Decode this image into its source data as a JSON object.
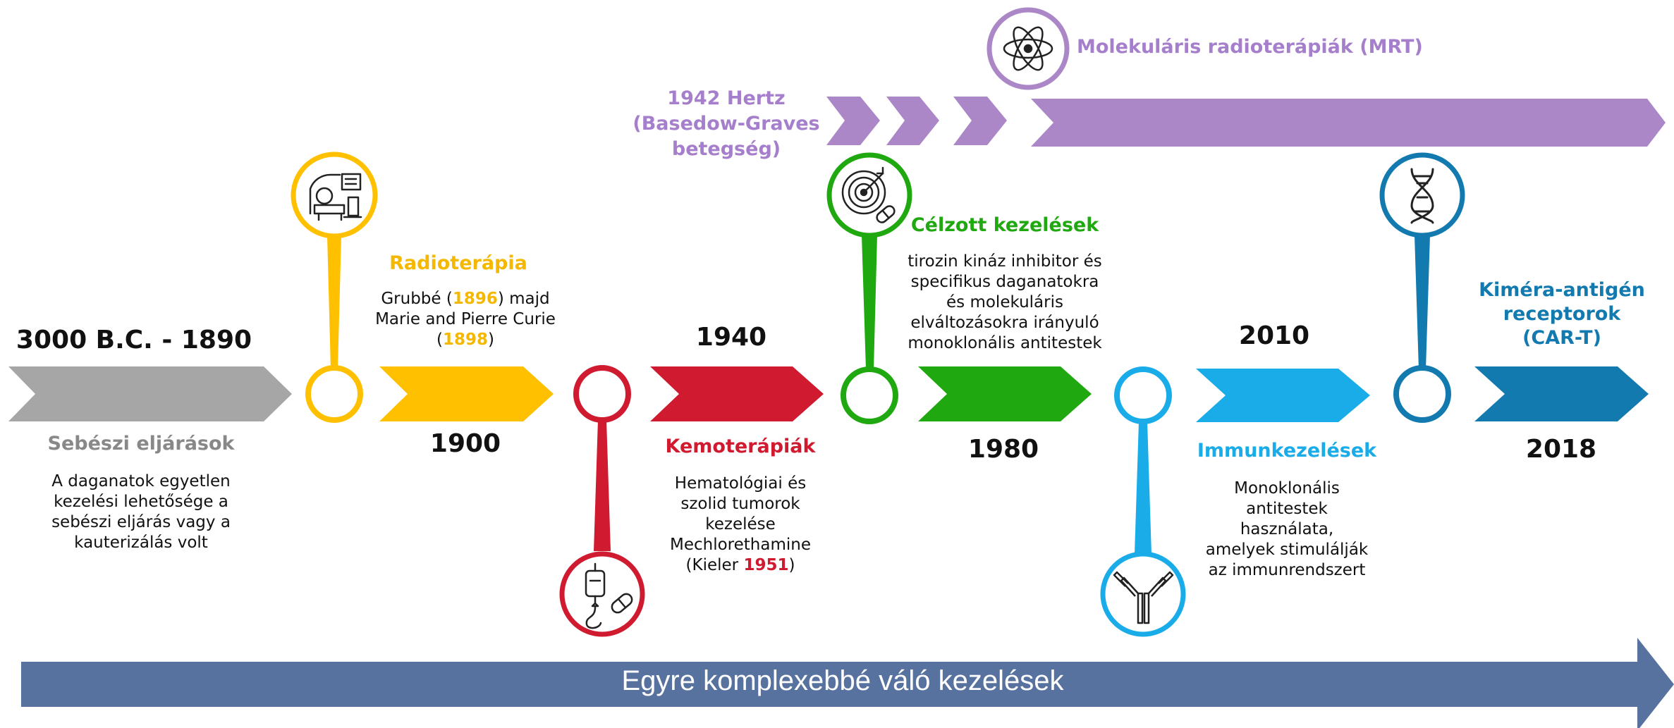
{
  "colors": {
    "gray": "#a6a6a6",
    "yellow": "#ffc000",
    "red": "#cf1a30",
    "green": "#1fa80f",
    "cyan": "#1aace8",
    "blue": "#137ab0",
    "purple": "#ab87c7",
    "bottom_arrow": "#5872a0"
  },
  "eras": {
    "surgery": {
      "year": "3000 B.C. - 1890",
      "title": "Sebészi eljárások",
      "desc": [
        "A daganatok egyetlen",
        "kezelési lehetősége a",
        "sebészi eljárás vagy a",
        "kauterizálás volt"
      ]
    },
    "radiotherapy": {
      "year": "1900",
      "title": "Radioterápia",
      "line1_pre": "Grubbé (",
      "line1_year": "1896",
      "line1_post": ") majd",
      "line2": "Marie and Pierre Curie",
      "line3_pre": "(",
      "line3_year": "1898",
      "line3_post": ")",
      "icon": "mri-scanner-icon"
    },
    "chemotherapy": {
      "year": "1940",
      "title": "Kemoterápiák",
      "desc": [
        "Hematológiai és",
        "szolid tumorok",
        "kezelése",
        "Mechlorethamine"
      ],
      "line5_pre": "(Kieler ",
      "line5_year": "1951",
      "line5_post": ")",
      "icon": "iv-drip-pill-icon"
    },
    "targeted": {
      "year": "1980",
      "title": "Célzott kezelések",
      "desc": [
        "tirozin kináz inhibitor és",
        "specifikus daganatokra",
        "és molekuláris",
        "elváltozásokra irányuló",
        "monoklonális antitestek"
      ],
      "icon": "target-pill-icon"
    },
    "immuno": {
      "year": "2010",
      "title": "Immunkezelések",
      "desc": [
        "Monoklonális",
        "antitestek",
        "használata,",
        "amelyek stimulálják",
        "az immunrendszert"
      ],
      "icon": "antibody-icon"
    },
    "cart": {
      "year": "2018",
      "title": [
        "Kiméra-antigén",
        "receptorok",
        "(CAR-T)"
      ],
      "icon": "dna-icon"
    }
  },
  "mrt": {
    "hertz": [
      "1942 Hertz",
      "(Basedow-Graves",
      "betegség)"
    ],
    "title": "Molekuláris radioterápiák (MRT)",
    "icon": "atom-icon"
  },
  "bottom": {
    "label": "Egyre komplexebbé váló kezelések"
  }
}
